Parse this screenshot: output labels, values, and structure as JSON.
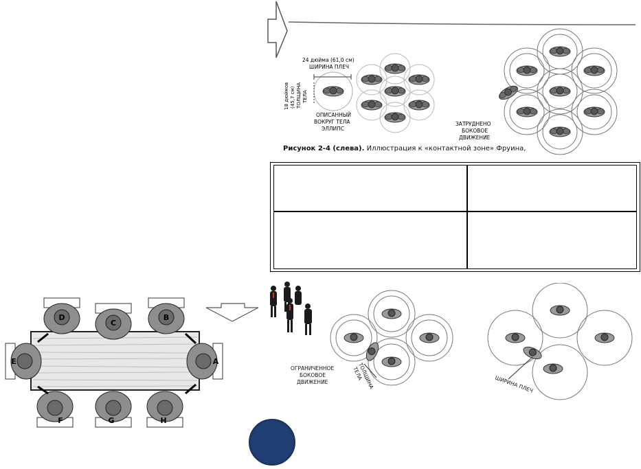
{
  "figure_top": {
    "shoulder_width_label": "24 дюйма (61,0 см)",
    "shoulder_width_caption": "ШИРИНА ПЛЕЧ",
    "body_depth_label_1": "18 дюймов",
    "body_depth_label_2": "(45,7 см)",
    "body_depth_caption_1": "ТОЛЩИНА",
    "body_depth_caption_2": "ТЕЛА",
    "ellipse_label_1": "ОПИСАННЫЙ",
    "ellipse_label_2": "ВОКРУГ ТЕЛА",
    "ellipse_label_3": "ЭЛЛИПС",
    "hindered_label_1": "ЗАТРУДНЕНО",
    "hindered_label_2": "БОКОВОЕ",
    "hindered_label_3": "ДВИЖЕНИЕ",
    "caption_bold": "Рисунок 2-4 (слева).",
    "caption_rest": " Иллюстрация к «контактной зоне» Фруина,"
  },
  "table_text": {
    "r1c1": "",
    "r1c2": "",
    "r2c1": "",
    "r2c2": ""
  },
  "figure_bottom": {
    "limited_label_1": "ОГРАНИЧЕННОЕ",
    "limited_label_2": "БОКОВОЕ",
    "limited_label_3": "ДВИЖЕНИЕ",
    "body_depth_label_1": "ТОЛЩИНА",
    "body_depth_label_2": "ТЕЛА",
    "shoulder_label": "ШИРИНА ПЛЕЧ"
  },
  "seats": [
    "D",
    "C",
    "B",
    "E",
    "A",
    "F",
    "G",
    "H"
  ],
  "colors": {
    "circle_button": "#1f3f73",
    "arrow_stroke": "#555555"
  }
}
